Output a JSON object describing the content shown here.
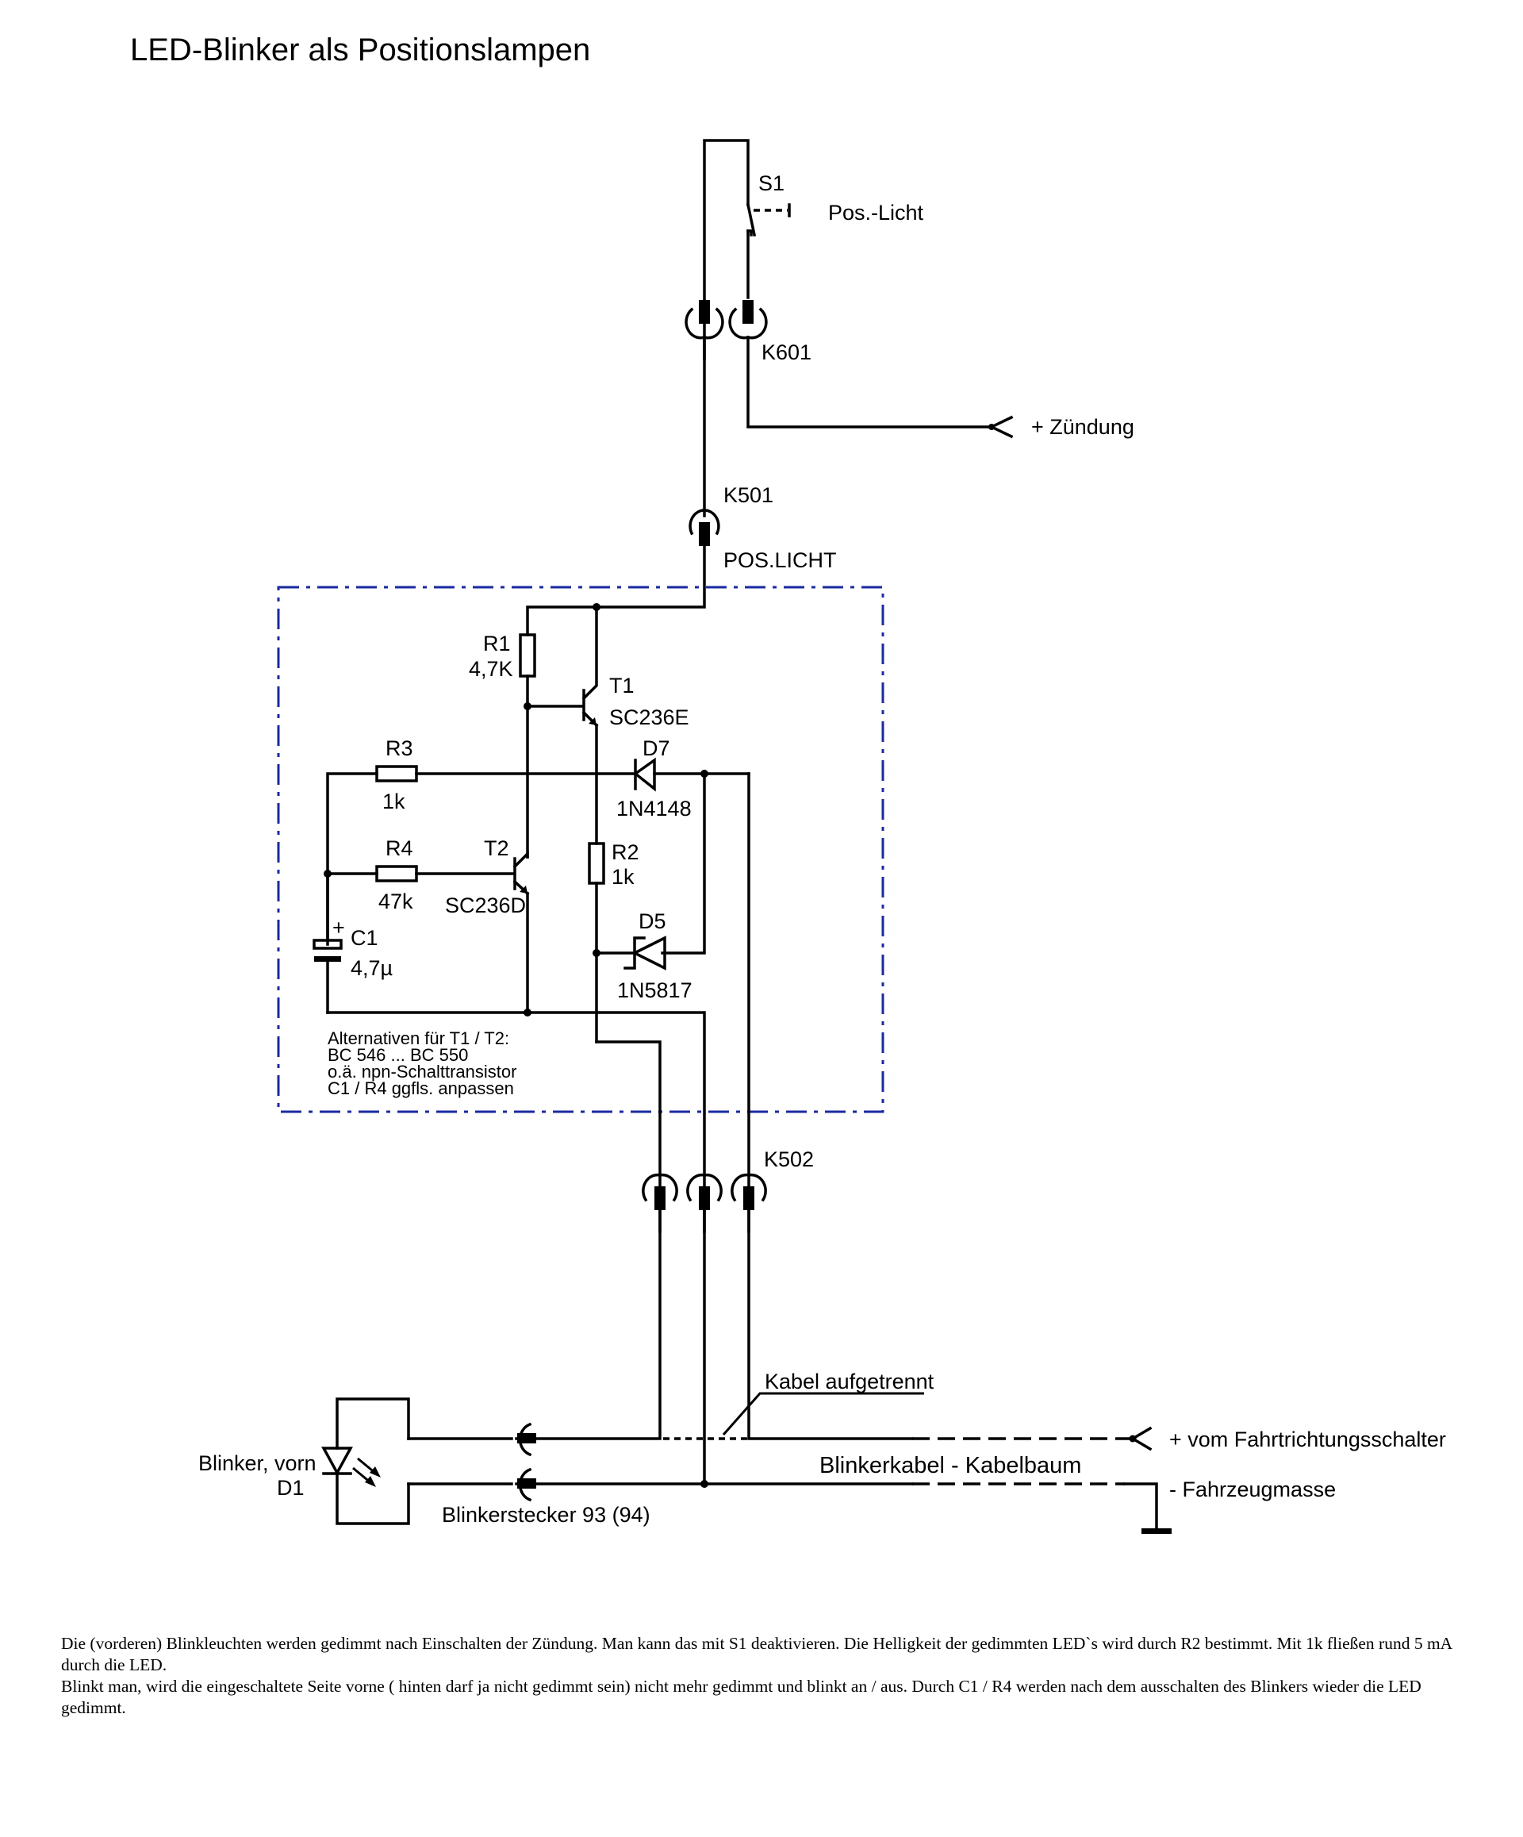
{
  "title": "LED-Blinker als Positionslampen",
  "labels": {
    "s1": "S1",
    "pos_licht_switch": "Pos.-Licht",
    "k601": "K601",
    "zuendung": "+ Zündung",
    "k501": "K501",
    "pos_licht_conn": "POS.LICHT",
    "r1_name": "R1",
    "r1_value": "4,7K",
    "t1_name": "T1",
    "t1_type": "SC236E",
    "r3_name": "R3",
    "r3_value": "1k",
    "d7_name": "D7",
    "d7_type": "1N4148",
    "r4_name": "R4",
    "r4_value": "47k",
    "t2_name": "T2",
    "t2_type": "SC236D",
    "r2_name": "R2",
    "r2_value": "1k",
    "c1_plus": "+",
    "c1_name": "C1",
    "c1_value": "4,7µ",
    "d5_name": "D5",
    "d5_type": "1N5817",
    "k502": "K502",
    "kabel_aufgetrennt": "Kabel aufgetrennt",
    "fahrtrichtung": "+ vom Fahrtrichtungsschalter",
    "kabelbaum": "Blinkerkabel - Kabelbaum",
    "fahrzeugmasse": "- Fahrzeugmasse",
    "blinker_vorn": "Blinker, vorn",
    "d1_name": "D1",
    "blinkerstecker": "Blinkerstecker 93 (94)"
  },
  "note_lines": [
    "Alternativen für T1 / T2:",
    "BC 546 ... BC 550",
    "o.ä. npn-Schalttransistor",
    "C1 / R4 ggfls. anpassen"
  ],
  "description": [
    "Die (vorderen) Blinkleuchten werden gedimmt nach Einschalten der Zündung. Man kann das mit S1 deaktivieren. Die Helligkeit der gedimmten LED`s wird durch R2 bestimmt. Mit 1k fließen rund 5 mA durch die LED.",
    "Blinkt man, wird die eingeschaltete Seite vorne ( hinten darf ja nicht gedimmt sein) nicht mehr gedimmt und blinkt an / aus. Durch C1 / R4 werden nach dem ausschalten des Blinkers wieder die LED gedimmt."
  ],
  "colors": {
    "module_border": "#1a2aa0",
    "wire": "#000000"
  }
}
